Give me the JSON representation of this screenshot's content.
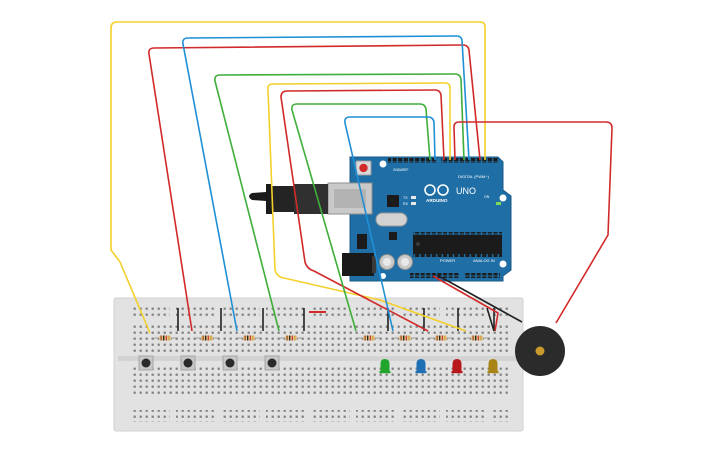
{
  "arduino": {
    "brand": "ARDUINO",
    "model": "UNO",
    "header_digital": "DIGITAL (PWM~)",
    "header_power": "POWER",
    "header_analog": "ANALOG IN",
    "label_on": "ON",
    "label_tx": "TX",
    "label_rx": "RX",
    "label_aref": "AREF",
    "label_gnd": "GND"
  },
  "leds": [
    {
      "color": "#22a52c"
    },
    {
      "color": "#1f6fb5"
    },
    {
      "color": "#b8171c"
    },
    {
      "color": "#a88416"
    }
  ],
  "wire_colors": {
    "yellow": "#f3d02a",
    "red": "#d22a2a",
    "blue": "#1f8fd6",
    "green": "#3fae3a",
    "black": "#222222"
  },
  "components": {
    "buttons": 4,
    "resistors": 8,
    "buzzer": 1
  }
}
